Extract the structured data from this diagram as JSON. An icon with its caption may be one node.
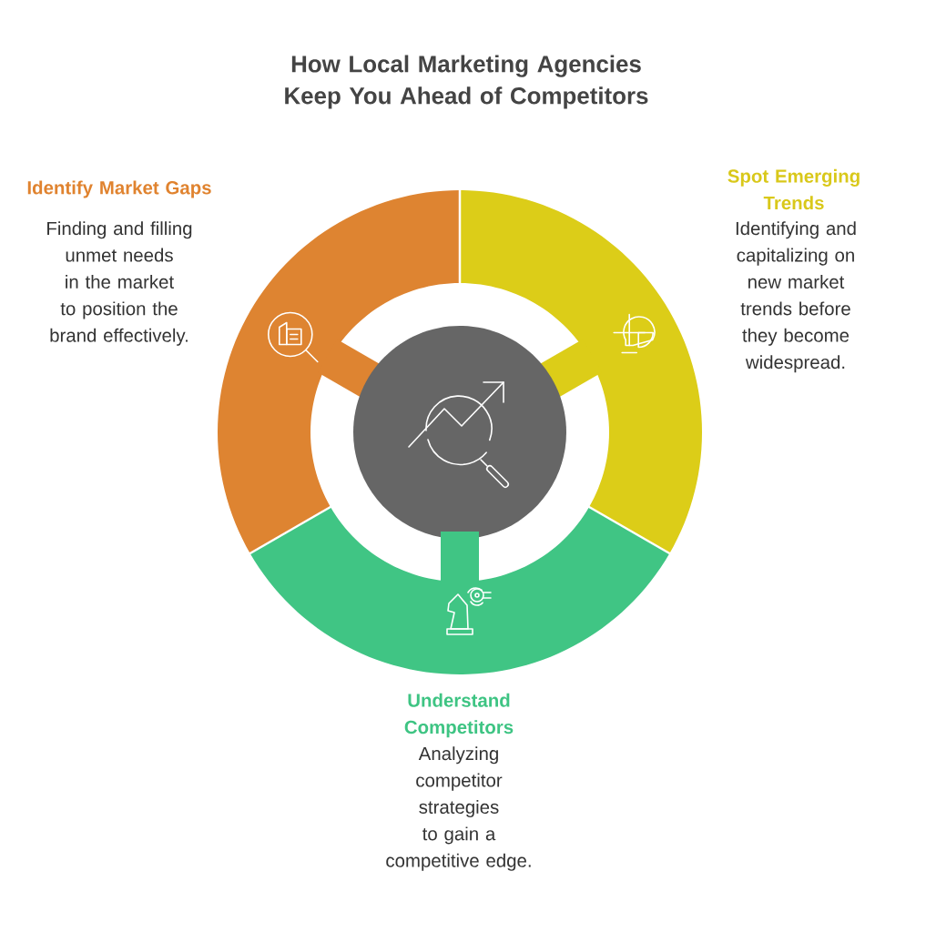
{
  "diagram": {
    "title": "How Local Marketing Agencies Keep You Ahead of Competitors",
    "nodes": [
      {
        "text": [
          "Identify Market Gaps",
          "Finding and filling unmet needs in the market to position the brand effectively."
        ]
      },
      {
        "text": [
          "Spot Emerging Trends",
          "Identifying and capitalizing on new market trends before they become widespread."
        ]
      },
      {
        "text": [],
        "shape": "circle"
      },
      {
        "text": [
          "Understand Competitors",
          "Analyzing competitor strategies to gain a competitive edge."
        ]
      }
    ]
  }
}
